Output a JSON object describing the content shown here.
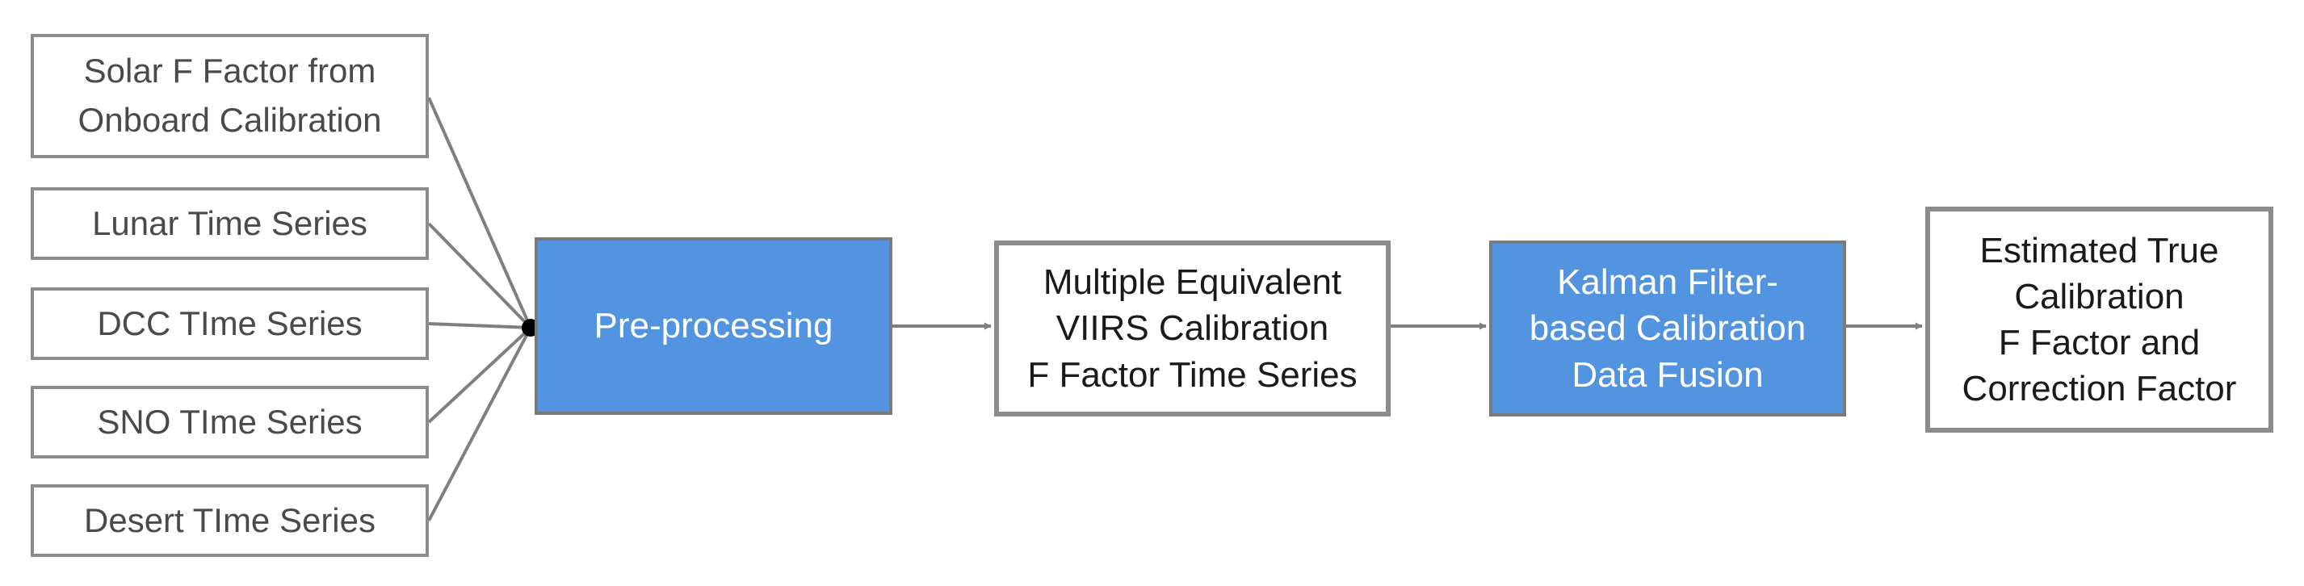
{
  "diagram": {
    "inputs": [
      {
        "label": "Solar F Factor from\nOnboard Calibration"
      },
      {
        "label": "Lunar Time Series"
      },
      {
        "label": "DCC TIme Series"
      },
      {
        "label": "SNO TIme Series"
      },
      {
        "label": "Desert TIme Series"
      }
    ],
    "steps": {
      "preprocessing": "Pre-processing",
      "equivalent_series": "Multiple Equivalent\nVIIRS Calibration\nF Factor Time Series",
      "kalman_fusion": "Kalman Filter-\nbased Calibration\nData Fusion",
      "estimated_output": "Estimated True\nCalibration\nF Factor and\nCorrection Factor"
    },
    "colors": {
      "process_fill": "#5394e0",
      "border": "#8c8c8c",
      "connector": "#7f7f7f",
      "junction": "#000000"
    }
  }
}
